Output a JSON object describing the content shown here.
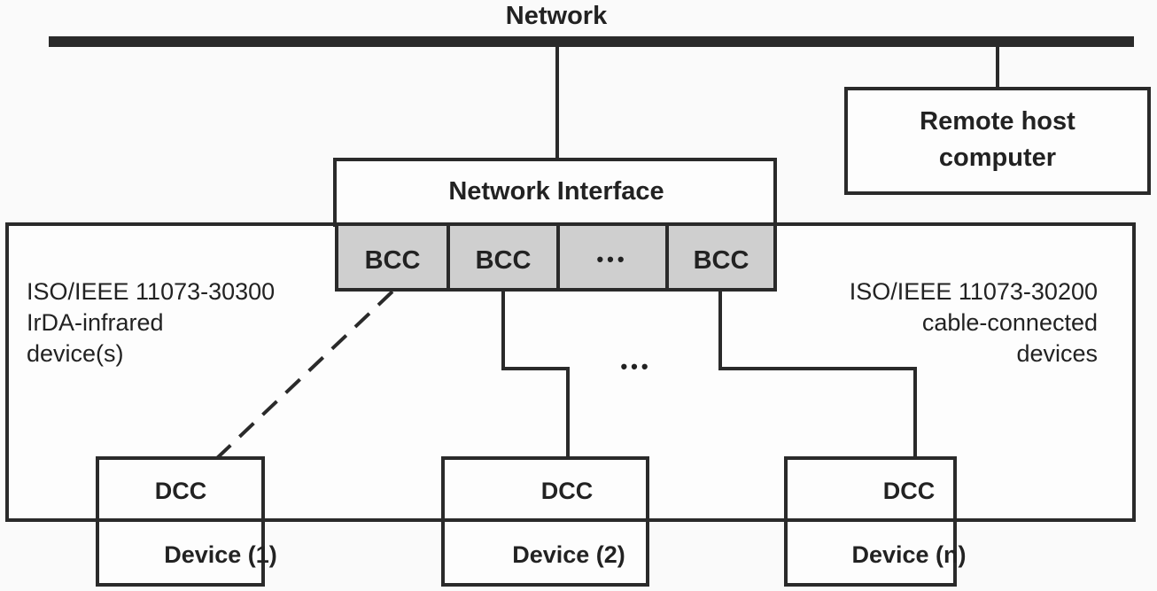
{
  "network": {
    "label": "Network"
  },
  "remote_host": {
    "line1": "Remote host",
    "line2": "computer"
  },
  "network_interface": {
    "label": "Network Interface",
    "bcc_slots": [
      "BCC",
      "BCC",
      "•••",
      "BCC"
    ]
  },
  "left_annotation": {
    "line1": "ISO/IEEE 11073-30300",
    "line2": "IrDA-infrared",
    "line3": "device(s)"
  },
  "right_annotation": {
    "line1": "ISO/IEEE 11073-30200",
    "line2": "cable-connected",
    "line3": "devices"
  },
  "middle_ellipsis": "•••",
  "devices": [
    {
      "top": "DCC",
      "bottom": "Device (1)",
      "connection": "infrared (dashed)"
    },
    {
      "top": "DCC",
      "bottom": "Device (2)",
      "connection": "cable"
    },
    {
      "top": "DCC",
      "bottom": "Device (n)",
      "connection": "cable"
    }
  ],
  "colors": {
    "line": "#2a2a2a",
    "bcc_fill": "#cfcfcf",
    "background": "#fafafa"
  }
}
